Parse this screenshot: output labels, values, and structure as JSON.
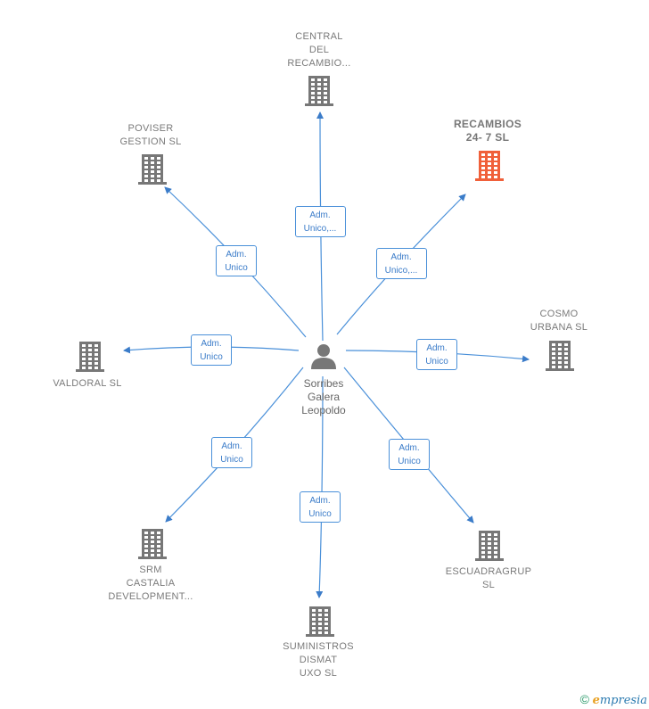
{
  "center": {
    "label": "Sorribes\nGalera\nLeopoldo",
    "icon": "person-icon"
  },
  "nodes": [
    {
      "id": "central",
      "label": "CENTRAL\nDEL\nRECAMBIO...",
      "highlight": false,
      "edge_label": "Adm.\nUnico,...",
      "icon": "building-icon"
    },
    {
      "id": "recambios",
      "label": "RECAMBIOS\n24- 7 SL",
      "highlight": true,
      "edge_label": "Adm.\nUnico,...",
      "icon": "building-icon"
    },
    {
      "id": "poviser",
      "label": "POVISER\nGESTION SL",
      "highlight": false,
      "edge_label": "Adm.\nUnico",
      "icon": "building-icon"
    },
    {
      "id": "cosmo",
      "label": "COSMO\nURBANA SL",
      "highlight": false,
      "edge_label": "Adm.\nUnico",
      "icon": "building-icon"
    },
    {
      "id": "valdoral",
      "label": "VALDORAL SL",
      "highlight": false,
      "edge_label": "Adm.\nUnico",
      "icon": "building-icon"
    },
    {
      "id": "srm",
      "label": "SRM\nCASTALIA\nDEVELOPMENT...",
      "highlight": false,
      "edge_label": "Adm.\nUnico",
      "icon": "building-icon"
    },
    {
      "id": "suministros",
      "label": "SUMINISTROS\nDISMAT\nUXO SL",
      "highlight": false,
      "edge_label": "Adm.\nUnico",
      "icon": "building-icon"
    },
    {
      "id": "escuadragrup",
      "label": "ESCUADRAGRUP\nSL",
      "highlight": false,
      "edge_label": "Adm.\nUnico",
      "icon": "building-icon"
    }
  ],
  "colors": {
    "edge": "#4a90d9",
    "building": "#777777",
    "highlight": "#f0603a"
  },
  "brand": {
    "copyright": "©",
    "e": "e",
    "rest": "mpresia"
  }
}
